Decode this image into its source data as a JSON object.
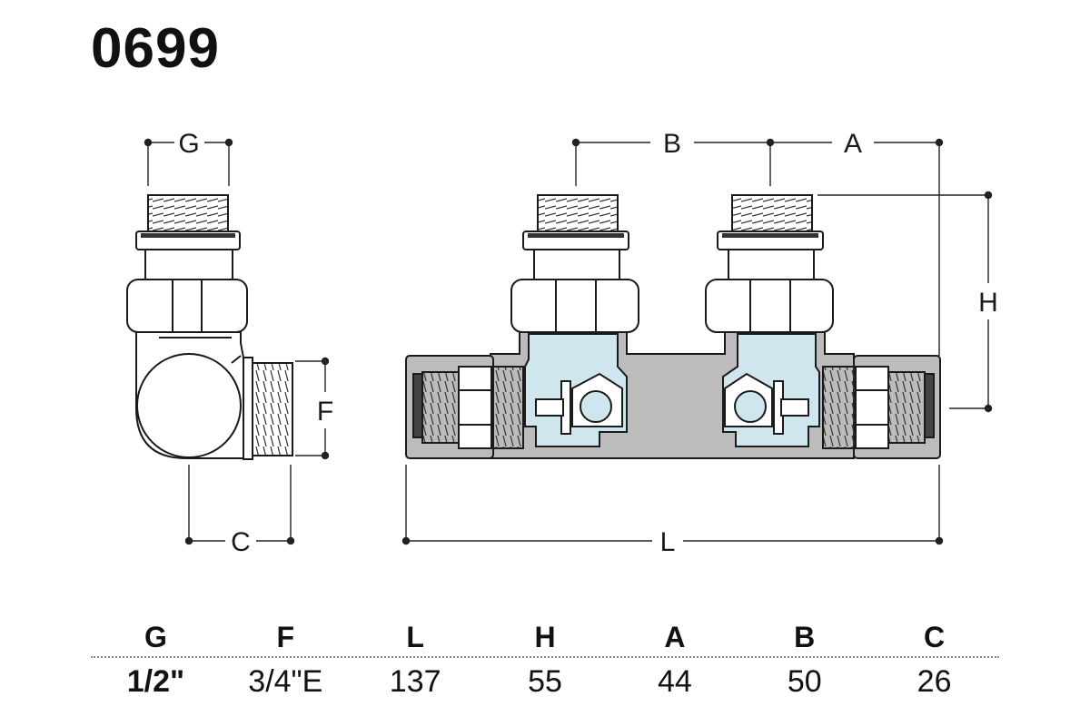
{
  "title": "0699",
  "dimensions": {
    "G": "G",
    "F": "F",
    "C": "C",
    "B": "B",
    "A": "A",
    "H": "H",
    "L": "L"
  },
  "table": {
    "headers": [
      "G",
      "F",
      "L",
      "H",
      "A",
      "B",
      "C"
    ],
    "values": [
      "1/2\"",
      "3/4\"E",
      "137",
      "55",
      "44",
      "50",
      "26"
    ]
  },
  "colors": {
    "body_gray": "#bcbcbc",
    "water_blue": "#cfe6ee",
    "line": "#1a1a1a"
  }
}
